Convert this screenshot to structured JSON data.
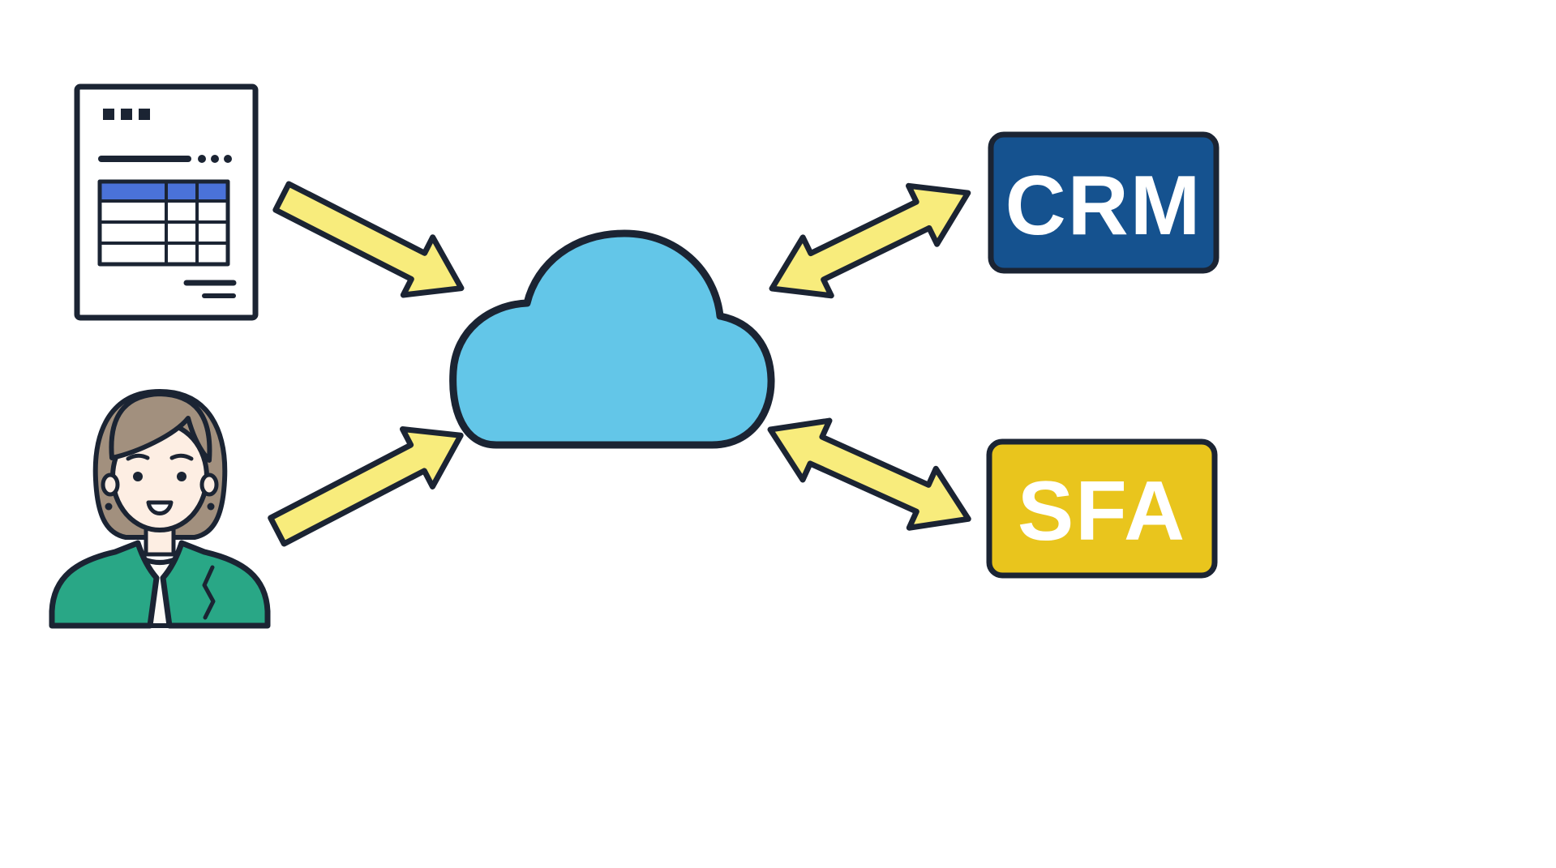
{
  "colors": {
    "background": "#ffffff",
    "outline": "#1b2433",
    "cloud_fill": "#63c6e8",
    "arrow_fill": "#f8ec7c",
    "crm_fill": "#15528f",
    "sfa_fill": "#e9c51d",
    "badge_text": "#ffffff",
    "table_header_fill": "#4a72d9",
    "page_fill": "#ffffff",
    "jacket_fill": "#29a786",
    "hair_fill": "#a2907e",
    "skin_fill": "#fdeee3",
    "shirt_fill": "#fdfbf7"
  },
  "nodes": {
    "document": {
      "name": "document-icon"
    },
    "person": {
      "name": "businesswoman-icon"
    },
    "cloud": {
      "name": "cloud-icon"
    },
    "crm": {
      "label": "CRM"
    },
    "sfa": {
      "label": "SFA"
    }
  },
  "arrows": [
    {
      "from": "document",
      "to": "cloud",
      "direction": "one-way"
    },
    {
      "from": "person",
      "to": "cloud",
      "direction": "one-way"
    },
    {
      "from": "cloud",
      "to": "crm",
      "direction": "two-way"
    },
    {
      "from": "cloud",
      "to": "sfa",
      "direction": "two-way"
    }
  ]
}
